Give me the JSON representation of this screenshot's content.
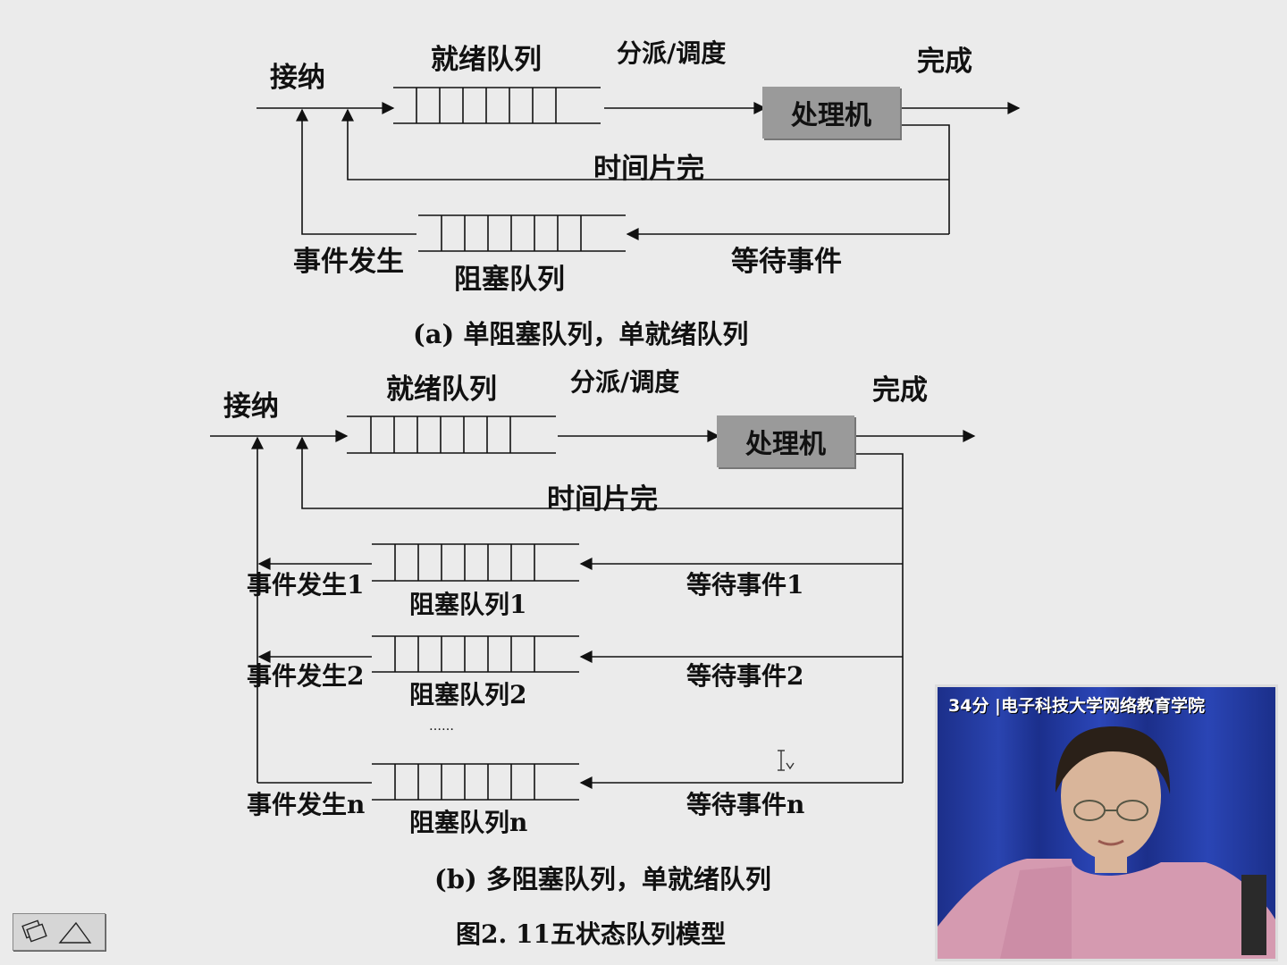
{
  "diagram_a": {
    "accept": "接纳",
    "ready_queue": "就绪队列",
    "dispatch": "分派/调度",
    "processor": "处理机",
    "complete": "完成",
    "timeslice": "时间片完",
    "event_occurs": "事件发生",
    "blocked_queue": "阻塞队列",
    "wait_event": "等待事件",
    "caption": "(a) 单阻塞队列，单就绪队列"
  },
  "diagram_b": {
    "accept": "接纳",
    "ready_queue": "就绪队列",
    "dispatch": "分派/调度",
    "processor": "处理机",
    "complete": "完成",
    "timeslice": "时间片完",
    "blocked": [
      {
        "event": "事件发生1",
        "queue": "阻塞队列1",
        "wait": "等待事件1"
      },
      {
        "event": "事件发生2",
        "queue": "阻塞队列2",
        "wait": "等待事件2"
      },
      {
        "event": "事件发生n",
        "queue": "阻塞队列n",
        "wait": "等待事件n"
      }
    ],
    "ellipsis": "……",
    "caption": "(b) 多阻塞队列，单就绪队列"
  },
  "figure_title": "图2. 11五状态队列模型",
  "video": {
    "caption": "34分 |电子科技大学网络教育学院"
  },
  "colors": {
    "background": "#ebebeb",
    "processor_box": "#9a9a9a",
    "video_backdrop": "#2a44b0"
  }
}
